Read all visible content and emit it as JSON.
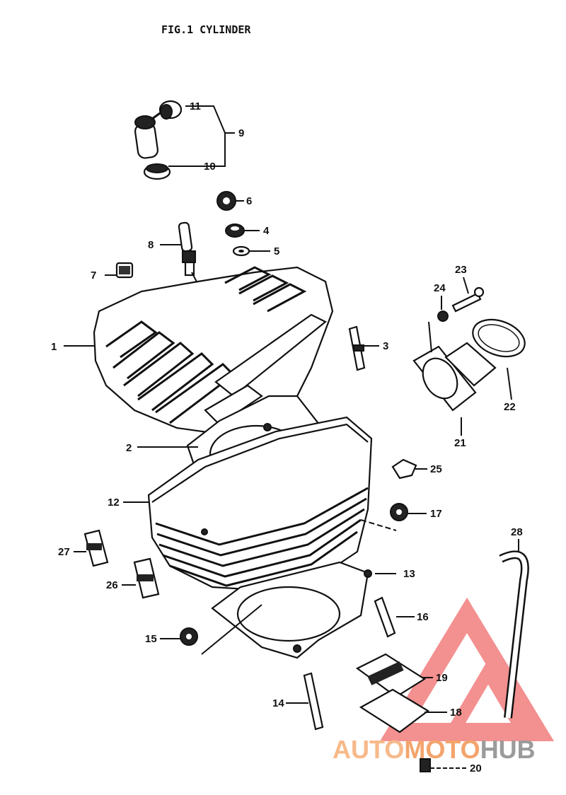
{
  "title": "FIG.1  CYLINDER",
  "callouts": [
    {
      "id": "p1",
      "label": "1"
    },
    {
      "id": "p2",
      "label": "2"
    },
    {
      "id": "p3",
      "label": "3"
    },
    {
      "id": "p4",
      "label": "4"
    },
    {
      "id": "p5",
      "label": "5"
    },
    {
      "id": "p6",
      "label": "6"
    },
    {
      "id": "p7",
      "label": "7"
    },
    {
      "id": "p8",
      "label": "8"
    },
    {
      "id": "p9",
      "label": "9"
    },
    {
      "id": "p10",
      "label": "10"
    },
    {
      "id": "p11",
      "label": "11"
    },
    {
      "id": "p12",
      "label": "12"
    },
    {
      "id": "p13",
      "label": "13"
    },
    {
      "id": "p14",
      "label": "14"
    },
    {
      "id": "p15",
      "label": "15"
    },
    {
      "id": "p16",
      "label": "16"
    },
    {
      "id": "p17",
      "label": "17"
    },
    {
      "id": "p18",
      "label": "18"
    },
    {
      "id": "p19",
      "label": "19"
    },
    {
      "id": "p20",
      "label": "20"
    },
    {
      "id": "p21",
      "label": "21"
    },
    {
      "id": "p22",
      "label": "22"
    },
    {
      "id": "p23",
      "label": "23"
    },
    {
      "id": "p24",
      "label": "24"
    },
    {
      "id": "p25",
      "label": "25"
    },
    {
      "id": "p26",
      "label": "26"
    },
    {
      "id": "p27",
      "label": "27"
    },
    {
      "id": "p28",
      "label": "28"
    }
  ],
  "watermark": {
    "part1": "AUTO",
    "part2": "MOTO",
    "part3": "HUB",
    "color_auto": "#f7b98a",
    "color_moto": "#f3a46c",
    "color_hub": "#9b9b9b",
    "logo_color": "#ef6b6b"
  }
}
